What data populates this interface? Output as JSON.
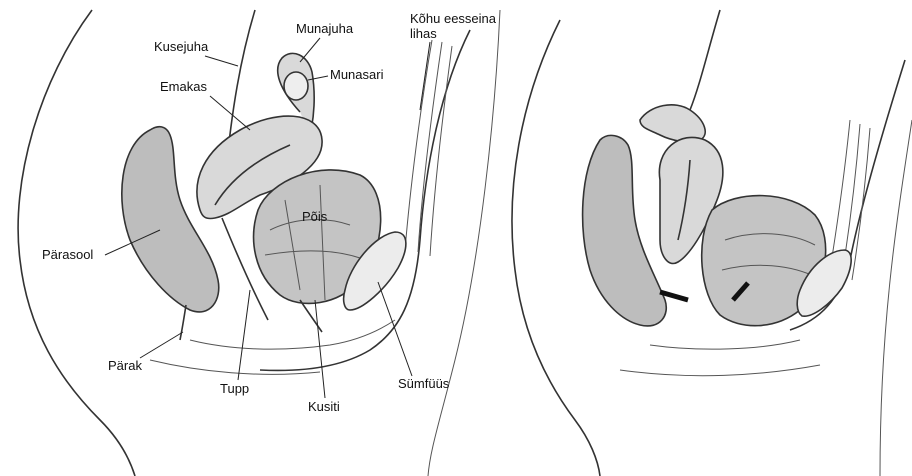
{
  "labels": {
    "kusejuha": "Kusejuha",
    "munajuha": "Munajuha",
    "kohu_line1": "Kõhu eesseina",
    "kohu_line2": "lihas",
    "munasari": "Munasari",
    "emakas": "Emakas",
    "pois": "Põis",
    "parasool": "Pärasool",
    "parak": "Pärak",
    "tupp": "Tupp",
    "kusiti": "Kusiti",
    "sumfuus": "Sümfüüs"
  },
  "colors": {
    "organ_fill": "#d9d9d9",
    "organ_dark": "#9e9e9e",
    "bladder_fill": "#c4c4c4",
    "line": "#333333"
  }
}
